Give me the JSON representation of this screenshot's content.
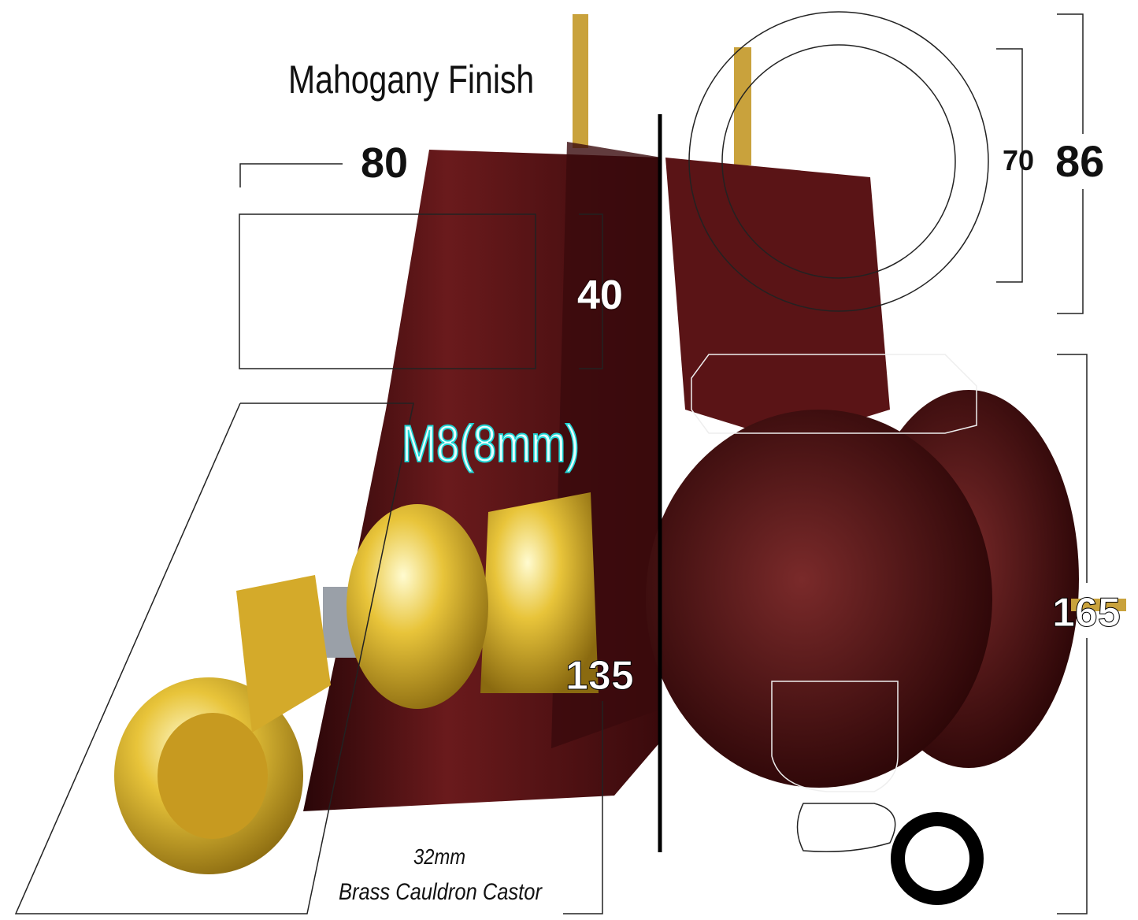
{
  "title": "Mahogany Finish",
  "dimensions": {
    "square_top_width": "80",
    "square_depth": "40",
    "round_inner": "70",
    "round_outer": "86",
    "thread": "M8(8mm)",
    "square_leg_height": "135",
    "round_leg_height": "165"
  },
  "castor": {
    "size": "32mm",
    "name": "Brass Cauldron Castor"
  },
  "colors": {
    "mahogany": "#4a0f12",
    "brass": "#d8b020",
    "thread_label": "#1fd4d4"
  }
}
